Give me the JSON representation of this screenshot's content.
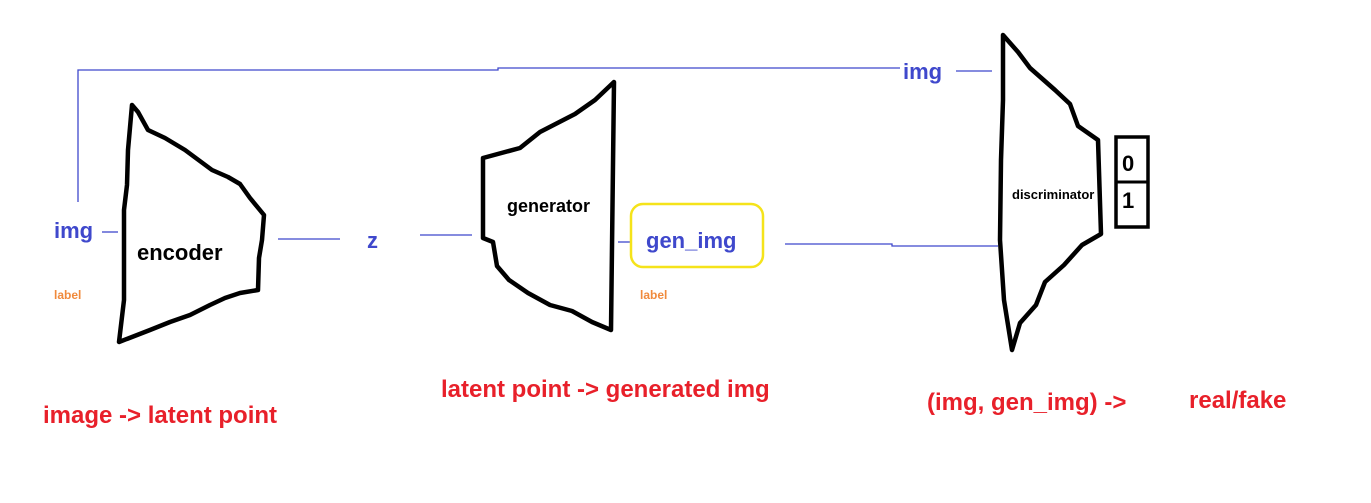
{
  "colors": {
    "connector": "#3f48cc",
    "block_outline": "#000000",
    "highlight_box": "#f5e31a",
    "caption": "#e8202a",
    "small_label": "#f08a3c"
  },
  "encoder": {
    "name": "encoder",
    "input": "img",
    "condition": "label",
    "output": "z",
    "caption": "image -> latent point"
  },
  "generator": {
    "name": "generator",
    "output": "gen_img",
    "condition": "label",
    "caption": "latent point -> generated img"
  },
  "discriminator": {
    "name": "discriminator",
    "input_top": "img",
    "outputs": [
      "0",
      "1"
    ],
    "caption_inputs": "(img, gen_img)  ->",
    "caption_result": "real/fake"
  }
}
